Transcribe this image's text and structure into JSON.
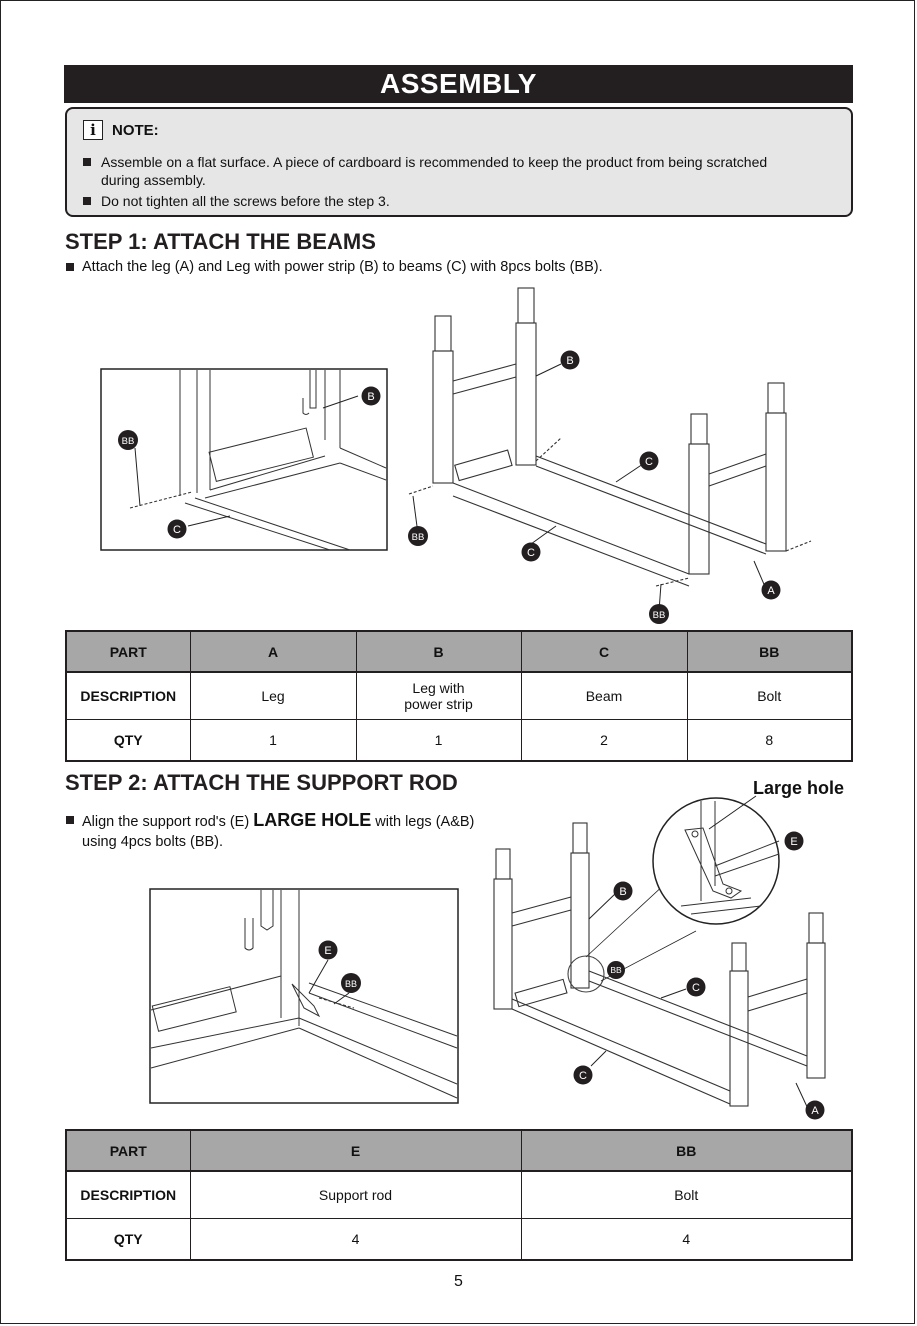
{
  "banner": "ASSEMBLY",
  "note": {
    "title": "NOTE:",
    "items": [
      "Assemble on a flat surface. A piece of cardboard is recommended to keep the product from being scratched during assembly.",
      "Do not tighten all the screws before the step 3."
    ]
  },
  "step1": {
    "title": "STEP 1: ATTACH THE BEAMS",
    "text": "Attach the leg (A) and Leg with power strip (B) to beams (C) with 8pcs bolts (BB).",
    "labels": {
      "a": "A",
      "b": "B",
      "c": "C",
      "bb": "BB"
    },
    "table": {
      "header_label": "PART",
      "description_label": "DESCRIPTION",
      "qty_label": "QTY",
      "columns": [
        {
          "part": "A",
          "description": "Leg",
          "qty": "1"
        },
        {
          "part": "B",
          "description": "Leg with\npower strip",
          "qty": "1"
        },
        {
          "part": "C",
          "description": "Beam",
          "qty": "2"
        },
        {
          "part": "BB",
          "description": "Bolt",
          "qty": "8"
        }
      ]
    }
  },
  "step2": {
    "title": "STEP 2: ATTACH THE SUPPORT ROD",
    "text_before": "Align the support rod's (E) ",
    "text_emphasis": "LARGE HOLE",
    "text_after": " with legs (A&B) using 4pcs bolts (BB).",
    "large_hole_label": "Large hole",
    "labels": {
      "a": "A",
      "b": "B",
      "c": "C",
      "e": "E",
      "bb": "BB"
    },
    "table": {
      "header_label": "PART",
      "description_label": "DESCRIPTION",
      "qty_label": "QTY",
      "columns": [
        {
          "part": "E",
          "description": "Support rod",
          "qty": "4"
        },
        {
          "part": "BB",
          "description": "Bolt",
          "qty": "4"
        }
      ]
    }
  },
  "page_number": "5",
  "colors": {
    "dark": "#231f20",
    "note_bg": "#e6e6e6",
    "table_header_bg": "#a7a7a7"
  },
  "icons": [
    "info-icon",
    "square-bullet-icon"
  ]
}
